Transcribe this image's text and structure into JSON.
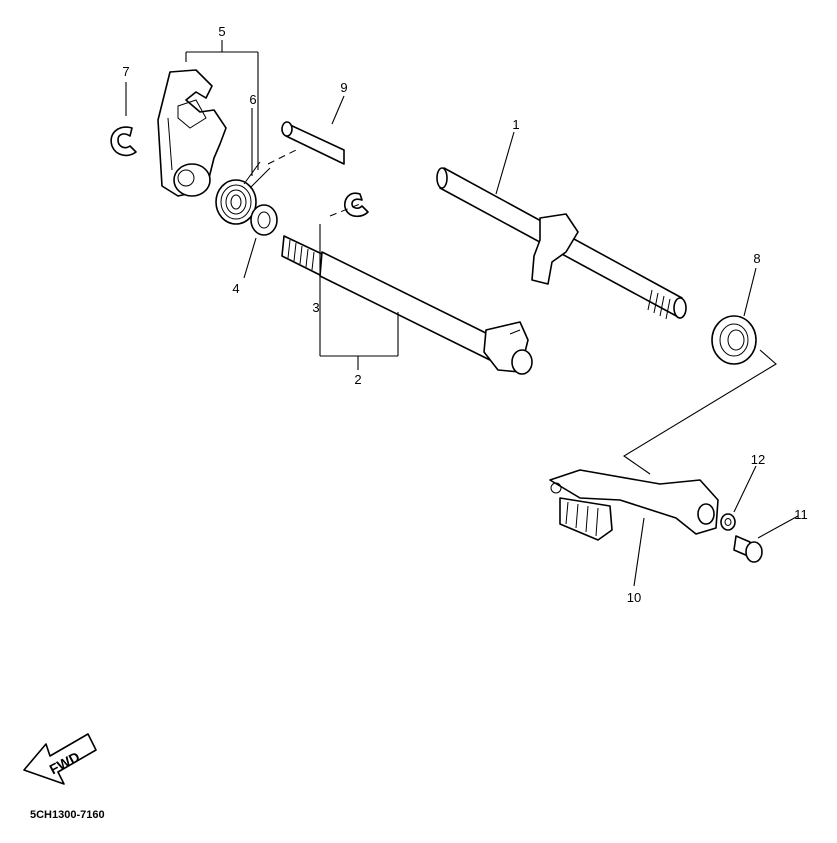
{
  "callouts": {
    "c1": "1",
    "c2": "2",
    "c3": "3",
    "c4": "4",
    "c5": "5",
    "c6": "6",
    "c7": "7",
    "c8": "8",
    "c9": "9",
    "c10": "10",
    "c11": "11",
    "c12": "12"
  },
  "fwd_label": "FWD",
  "diagram_code": "5CH1300-7160"
}
